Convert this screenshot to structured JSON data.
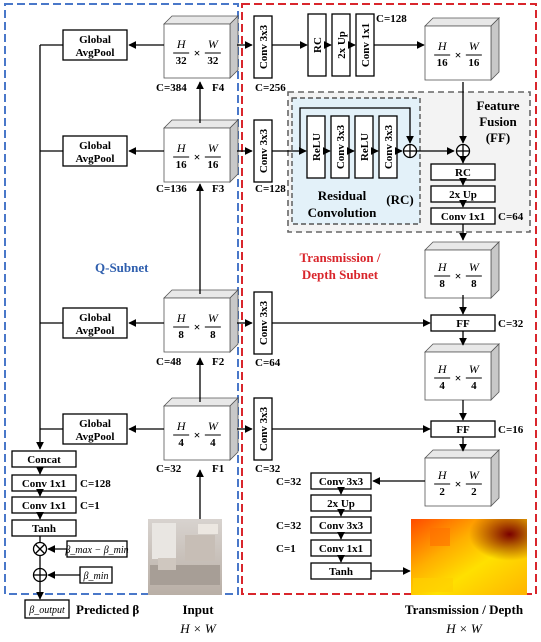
{
  "labels": {
    "global_avgpool_line1": "Global",
    "global_avgpool_line2": "AvgPool",
    "q_subnet": "Q-Subnet",
    "transmission_depth_subnet_line1": "Transmission /",
    "transmission_depth_subnet_line2": "Depth Subnet",
    "feature_fusion_line1": "Feature",
    "feature_fusion_line2": "Fusion",
    "feature_fusion_line3": "(FF)",
    "residual_line1": "Residual",
    "residual_line2": "Convolution",
    "residual_abbr": "(RC)",
    "concat": "Concat",
    "conv1x1": "Conv 1x1",
    "conv3x3": "Conv 3x3",
    "tanh": "Tanh",
    "rc": "RC",
    "up2x": "2x Up",
    "relu": "ReLU",
    "ff": "FF",
    "beta_range": "β_max − β_min",
    "beta_min": "β_min",
    "beta_output": "β_output",
    "predicted_beta": "Predicted β",
    "input": "Input",
    "transmission_depth_output": "Transmission / Depth",
    "hw": "H × W"
  },
  "features": [
    {
      "id": "F4",
      "h": "H",
      "hd": "32",
      "w": "W",
      "wd": "32",
      "c": "C=384"
    },
    {
      "id": "F3",
      "h": "H",
      "hd": "16",
      "w": "W",
      "wd": "16",
      "c": "C=136"
    },
    {
      "id": "F2",
      "h": "H",
      "hd": "8",
      "w": "W",
      "wd": "8",
      "c": "C=48"
    },
    {
      "id": "F1",
      "h": "H",
      "hd": "4",
      "w": "W",
      "wd": "4",
      "c": "C=32"
    }
  ],
  "decoder": [
    {
      "h": "H",
      "hd": "16",
      "w": "W",
      "wd": "16"
    },
    {
      "h": "H",
      "hd": "8",
      "w": "W",
      "wd": "8"
    },
    {
      "h": "H",
      "hd": "4",
      "w": "W",
      "wd": "4"
    },
    {
      "h": "H",
      "hd": "2",
      "w": "W",
      "wd": "2"
    }
  ],
  "channels": {
    "c128_top": "C=128",
    "c256": "C=256",
    "c128_f3": "C=128",
    "c64_f2": "C=64",
    "c32_f1": "C=32",
    "c64_ff": "C=64",
    "c32_ff": "C=32",
    "c16_ff": "C=16",
    "q_c128": "C=128",
    "q_c1": "C=1",
    "out_c32a": "C=32",
    "out_c32b": "C=32",
    "out_c1": "C=1"
  },
  "colors": {
    "q_border": "#4a78c9",
    "q_text": "#2f5fae",
    "t_border": "#d9262c",
    "t_text": "#d9262c",
    "ff_border": "#666666",
    "ff_fill": "#f3f3f3",
    "rc_fill": "#e3f1f9"
  }
}
